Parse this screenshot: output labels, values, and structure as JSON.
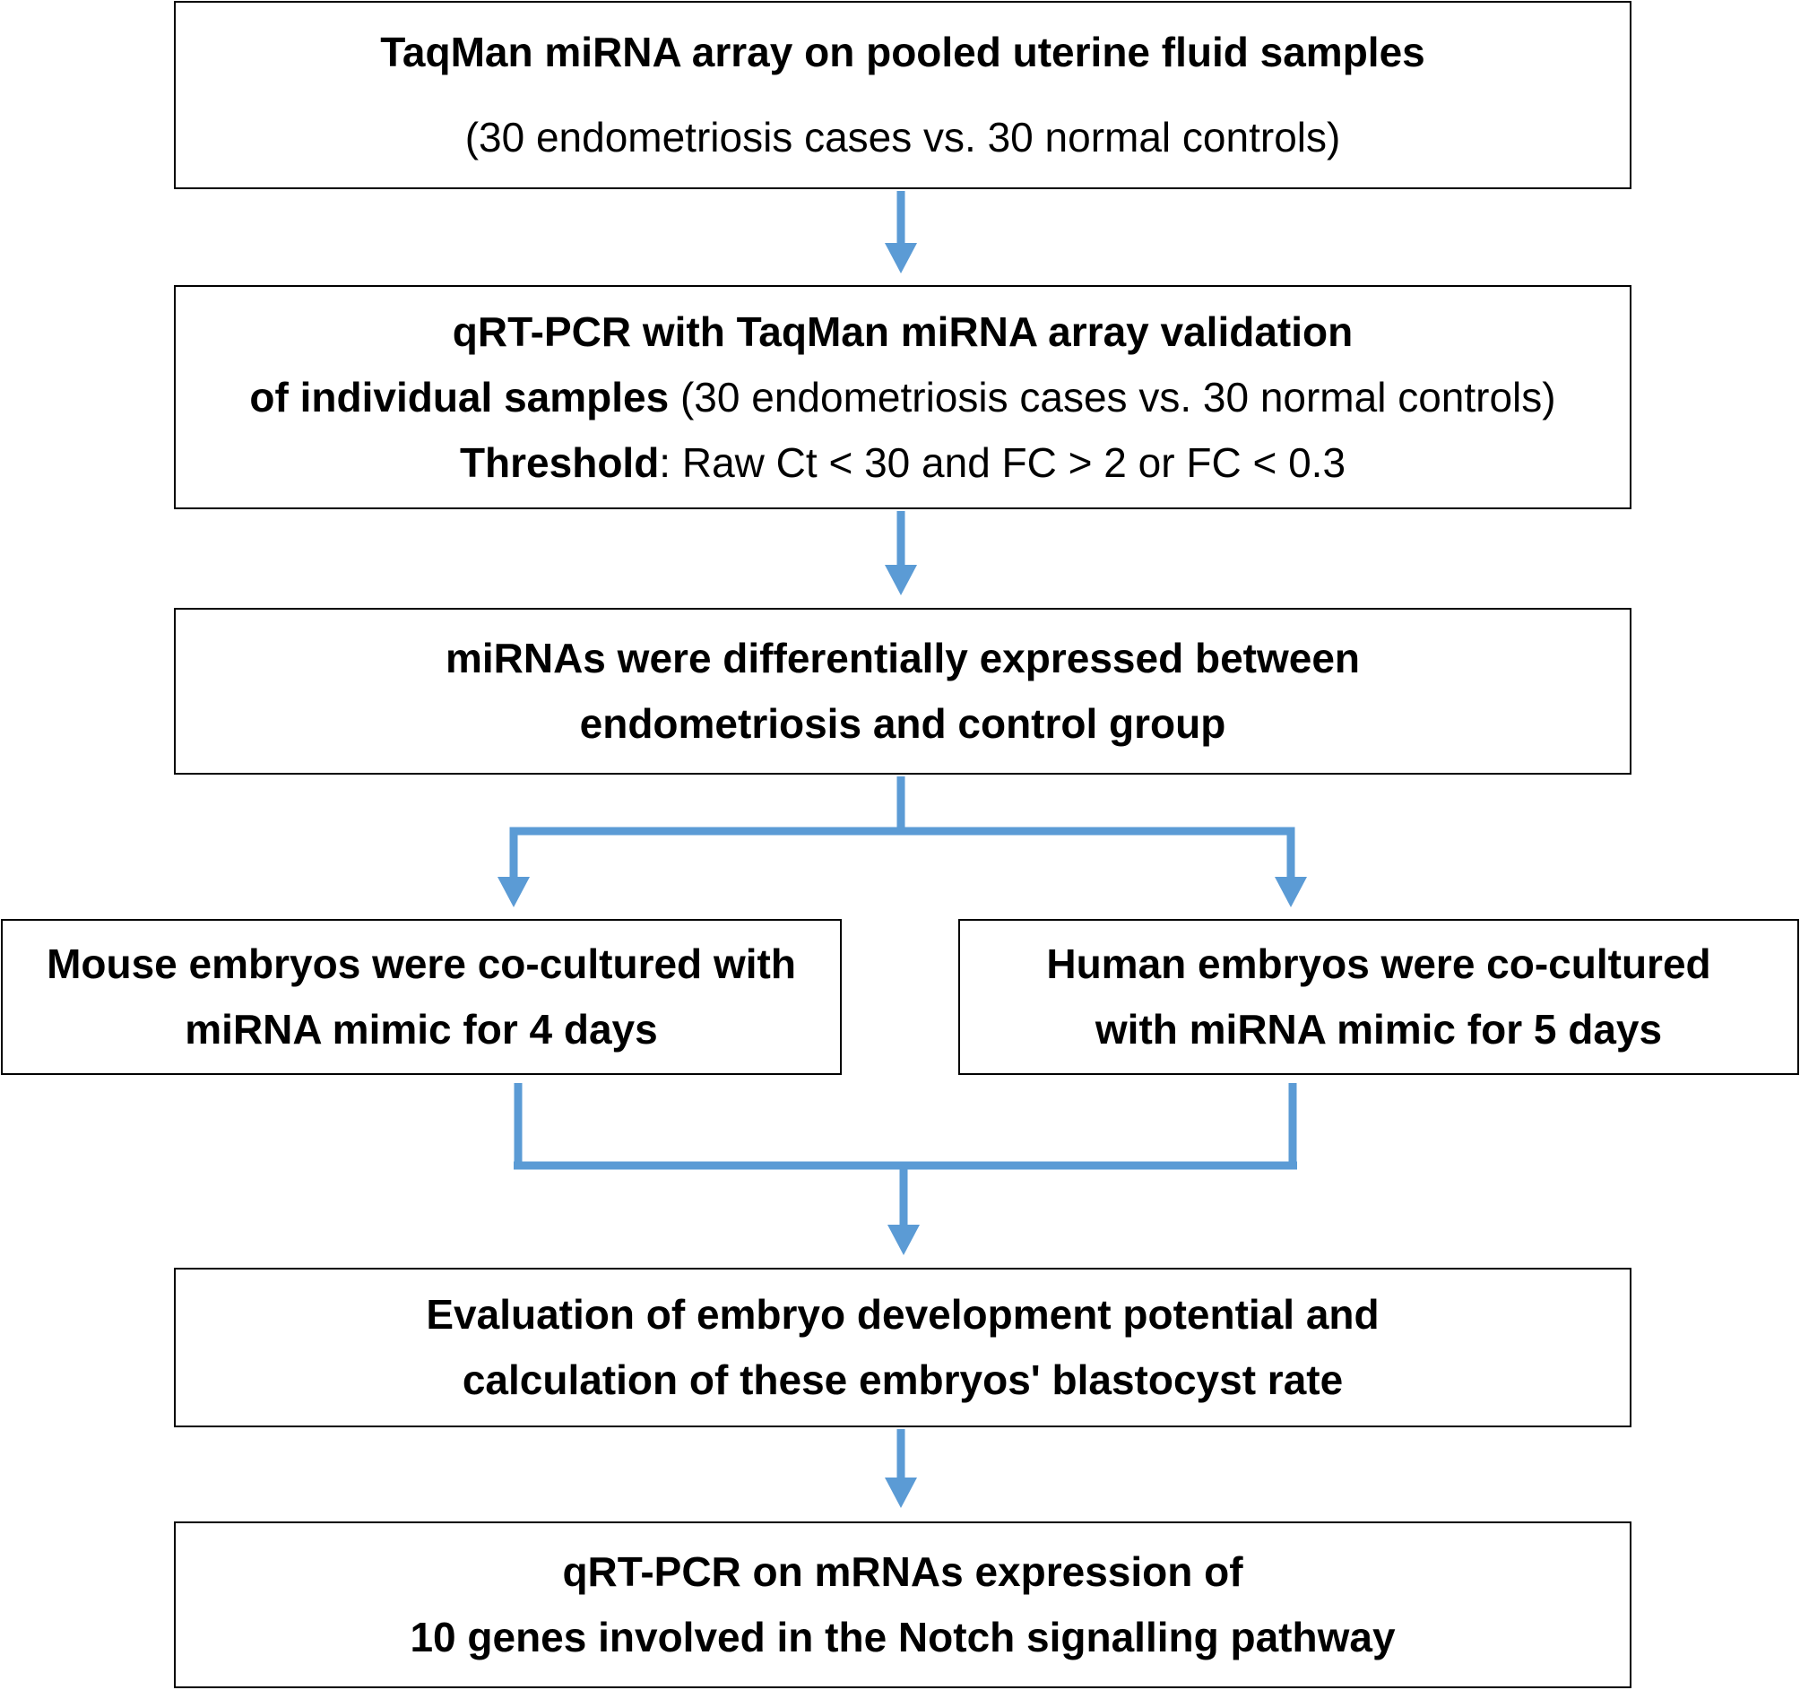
{
  "colors": {
    "arrow": "#5b9bd5",
    "border": "#000000"
  },
  "boxes": {
    "array": {
      "line1": "TaqMan miRNA array on pooled uterine fluid samples",
      "line2": "(30 endometriosis cases vs. 30 normal controls)"
    },
    "qrtpcr": {
      "line1": "qRT-PCR with TaqMan miRNA array validation",
      "line2_bold": "of individual samples",
      "line2_normal": " (30 endometriosis cases vs. 30 normal controls)",
      "line3_bold": "Threshold",
      "line3_normal": ": Raw Ct < 30 and FC > 2 or FC < 0.3"
    },
    "diff": {
      "line1": "miRNAs were differentially expressed between",
      "line2": "endometriosis and control group"
    },
    "mouse": {
      "line1": "Mouse embryos were co-cultured with",
      "line2": "miRNA mimic for 4 days"
    },
    "human": {
      "line1": "Human embryos were co-cultured",
      "line2": "with miRNA mimic for 5 days"
    },
    "eval": {
      "line1": "Evaluation of embryo development potential and",
      "line2": "calculation of these embryos' blastocyst rate"
    },
    "notch": {
      "line1": "qRT-PCR on mRNAs expression of",
      "line2": "10 genes involved in the Notch signalling pathway"
    }
  }
}
